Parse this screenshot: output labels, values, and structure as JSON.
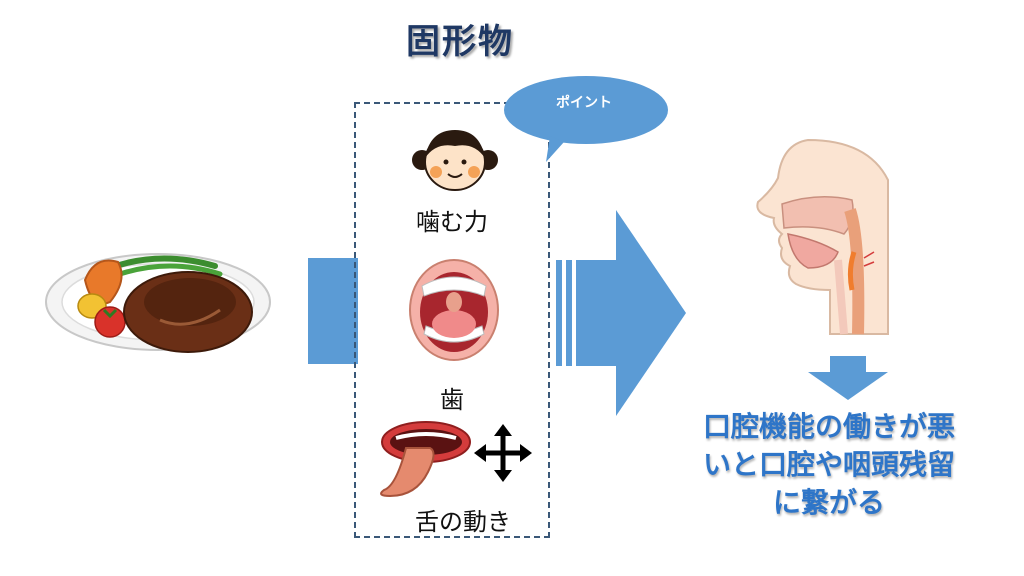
{
  "title": "固形物",
  "bubble_label": "ポイント",
  "factors": [
    {
      "label": "噛む力",
      "icon": "child-face-icon"
    },
    {
      "label": "歯",
      "icon": "open-mouth-teeth-icon"
    },
    {
      "label": "舌の動き",
      "icon": "tongue-out-icon"
    }
  ],
  "result": {
    "line1": "口腔機能の働きが悪",
    "line2": "いと口腔や咽頭残留",
    "line3": "に繋がる"
  },
  "colors": {
    "arrow": "#5b9bd5",
    "title": "#1f3864",
    "result_text": "#2e75c8",
    "dashed_border": "#3a5878"
  }
}
